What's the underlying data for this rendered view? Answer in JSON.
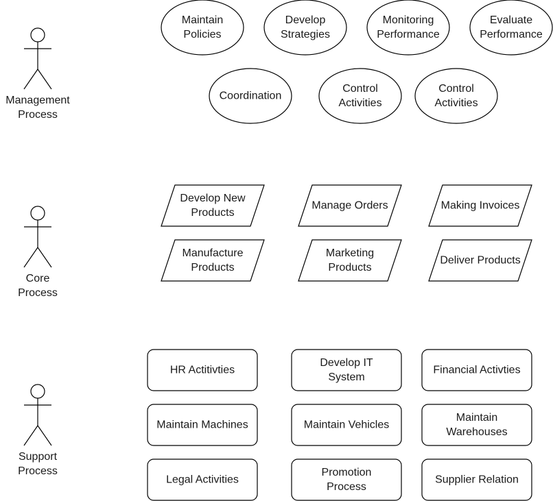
{
  "actors": [
    {
      "label": [
        "Management",
        "Process"
      ]
    },
    {
      "label": [
        "Core",
        "Process"
      ]
    },
    {
      "label": [
        "Support",
        "Process"
      ]
    }
  ],
  "management_activities": [
    [
      "Maintain",
      "Policies"
    ],
    [
      "Develop",
      "Strategies"
    ],
    [
      "Monitoring",
      "Performance"
    ],
    [
      "Evaluate",
      "Performance"
    ],
    [
      "Coordination"
    ],
    [
      "Control",
      "Activities"
    ],
    [
      "Control",
      "Activities"
    ]
  ],
  "core_activities": [
    [
      "Develop New",
      "Products"
    ],
    [
      "Manage Orders"
    ],
    [
      "Making Invoices"
    ],
    [
      "Manufacture",
      "Products"
    ],
    [
      "Marketing",
      "Products"
    ],
    [
      "Deliver Products"
    ]
  ],
  "support_activities": [
    [
      "HR Actitivties"
    ],
    [
      "Develop IT",
      "System"
    ],
    [
      "Financial Activties"
    ],
    [
      "Maintain Machines"
    ],
    [
      "Maintain Vehicles"
    ],
    [
      "Maintain",
      "Warehouses"
    ],
    [
      "Legal Activities"
    ],
    [
      "Promotion",
      "Process"
    ],
    [
      "Supplier Relation"
    ]
  ]
}
